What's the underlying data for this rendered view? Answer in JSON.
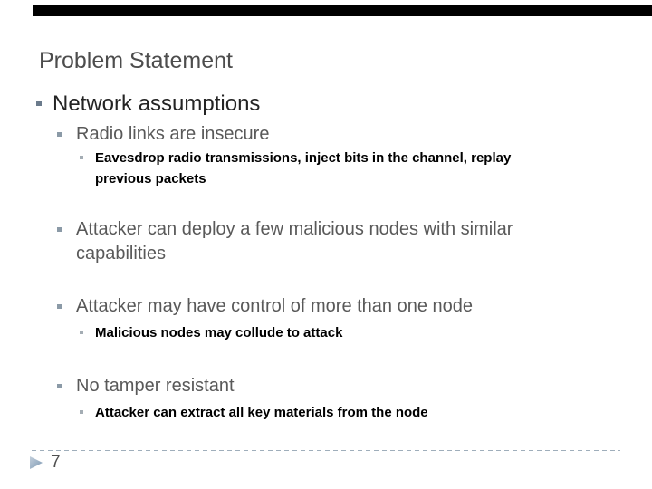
{
  "slide": {
    "title": "Problem Statement",
    "bullets": [
      {
        "level": 1,
        "text": "Network assumptions"
      },
      {
        "level": 2,
        "text": "Radio links are insecure"
      },
      {
        "level": 3,
        "text": "Eavesdrop radio transmissions, inject bits in the channel, replay previous packets"
      },
      {
        "level": 2,
        "text": "Attacker can deploy a few malicious nodes with similar capabilities"
      },
      {
        "level": 2,
        "text": "Attacker may have control of more than one node"
      },
      {
        "level": 3,
        "text": "Malicious nodes may collude to attack"
      },
      {
        "level": 2,
        "text": "No tamper resistant"
      },
      {
        "level": 3,
        "text": "Attacker can extract all key materials from the node"
      }
    ],
    "footer": {
      "page_number": "7",
      "pointer_icon": "right-triangle-icon"
    },
    "colors": {
      "top_bar": "#000000",
      "title_text": "#4D4D4D",
      "level1_text": "#242424",
      "level2_text": "#595959",
      "level3_text": "#000000",
      "bullet_level1": "#6B7B8C",
      "bullet_level2": "#8B9AA7",
      "bullet_level3": "#A4ADB4",
      "dash_line": "#A6A6A6",
      "footer_triangle": "#8BA3B9"
    }
  }
}
